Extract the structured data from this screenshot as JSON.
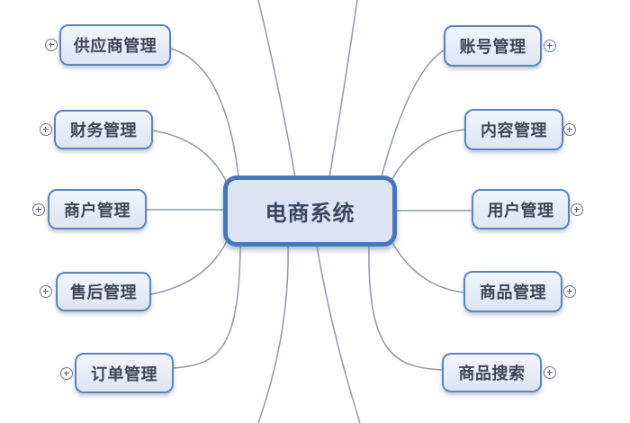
{
  "diagram": {
    "center": {
      "label": "电商系统"
    },
    "left_nodes": [
      {
        "label": "供应商管理"
      },
      {
        "label": "财务管理"
      },
      {
        "label": "商户管理"
      },
      {
        "label": "售后管理"
      },
      {
        "label": "订单管理"
      }
    ],
    "right_nodes": [
      {
        "label": "账号管理"
      },
      {
        "label": "内容管理"
      },
      {
        "label": "用户管理"
      },
      {
        "label": "商品管理"
      },
      {
        "label": "商品搜索"
      }
    ],
    "colors": {
      "node_border": "#5c84bf",
      "center_border": "#4577bd",
      "node_fill": "#e4eaf6",
      "center_fill": "#dce3f3",
      "line": "#8e99a9",
      "text": "#3e4757"
    }
  }
}
